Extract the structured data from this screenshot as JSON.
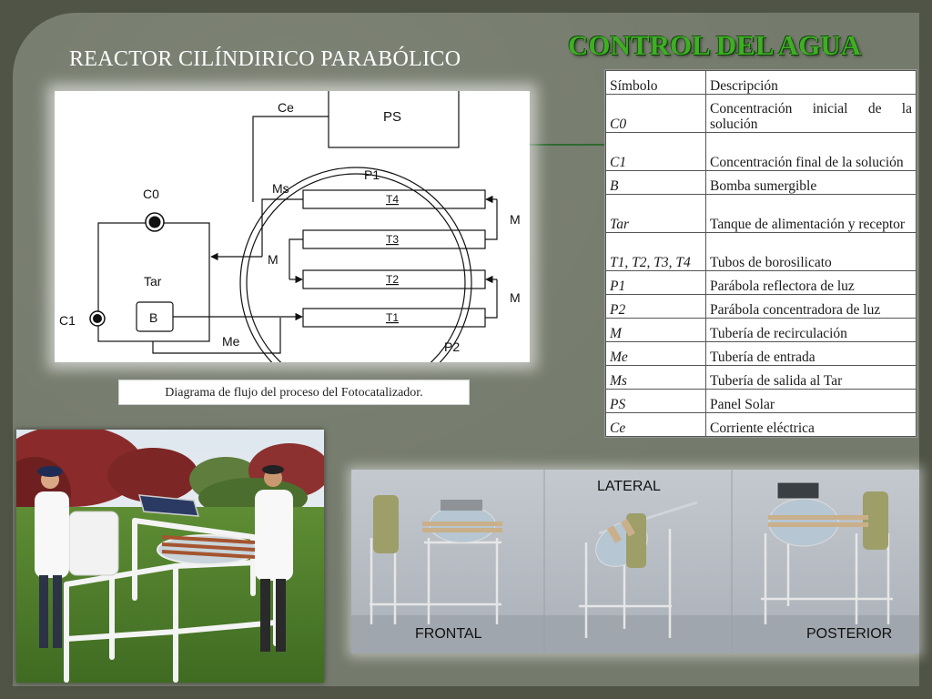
{
  "slide": {
    "title": "REACTOR CILÍNDIRICO PARABÓLICO",
    "header": "CONTROL DEL AGUA"
  },
  "diagram": {
    "labels": {
      "ce": "Ce",
      "ps": "PS",
      "p1": "P1",
      "ms": "Ms",
      "c0": "C0",
      "m": "M",
      "tar": "Tar",
      "b": "B",
      "c1": "C1",
      "me": "Me",
      "p2": "P2",
      "t1": "T1",
      "t2": "T2",
      "t3": "T3",
      "t4": "T4"
    },
    "caption": "Diagrama de flujo del proceso del Fotocatalizador."
  },
  "table": {
    "headers": [
      "Símbolo",
      "Descripción"
    ],
    "rows": [
      {
        "symbol": "C0",
        "desc": "Concentración inicial de la solución"
      },
      {
        "symbol": "C1",
        "desc": "Concentración final de la solución"
      },
      {
        "symbol": "B",
        "desc": "Bomba sumergible"
      },
      {
        "symbol": "Tar",
        "desc": "Tanque de alimentación y receptor"
      },
      {
        "symbol": "T1, T2, T3, T4",
        "desc": "Tubos de borosilicato"
      },
      {
        "symbol": "P1",
        "desc": "Parábola reflectora de luz"
      },
      {
        "symbol": "P2",
        "desc": "Parábola concentradora de luz"
      },
      {
        "symbol": "M",
        "desc": "Tubería de recirculación"
      },
      {
        "symbol": "Me",
        "desc": "Tubería de entrada"
      },
      {
        "symbol": "Ms",
        "desc": "Tubería de salida al Tar"
      },
      {
        "symbol": "PS",
        "desc": "Panel Solar"
      },
      {
        "symbol": "Ce",
        "desc": "Corriente eléctrica"
      }
    ]
  },
  "renders": {
    "lateral": "LATERAL",
    "frontal": "FRONTAL",
    "posterior": "POSTERIOR"
  },
  "colors": {
    "background": "#757b6c",
    "header_green": "#3fae25"
  }
}
